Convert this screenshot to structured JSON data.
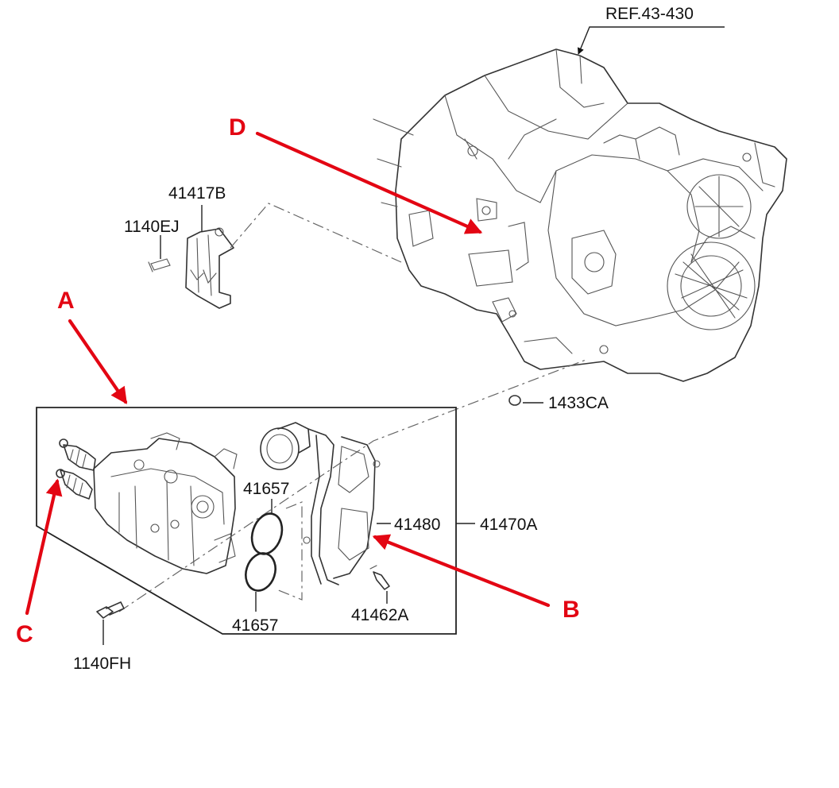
{
  "labels": {
    "ref": "REF.43-430",
    "bracket": "41417B",
    "bracket_bolt": "1140EJ",
    "plug": "1433CA",
    "oring_upper": "41657",
    "oring_lower": "41657",
    "actuator_sub": "41480",
    "actuator_assy": "41470A",
    "bolt_small": "41462A",
    "bolt_mount": "1140FH"
  },
  "callouts": {
    "a": "A",
    "b": "B",
    "c": "C",
    "d": "D"
  },
  "colors": {
    "callout": "#e30613",
    "line": "#222222",
    "background": "#ffffff"
  }
}
